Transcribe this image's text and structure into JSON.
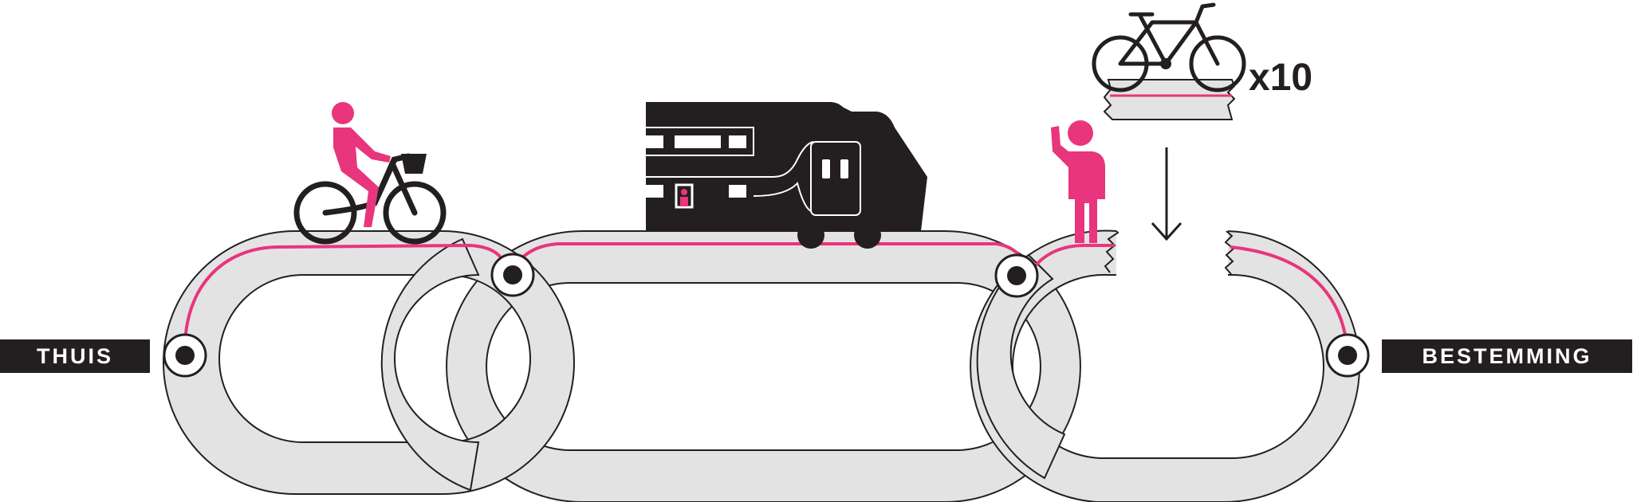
{
  "labels": {
    "home": "THUIS",
    "destination": "BESTEMMING",
    "multiplier": "x10"
  },
  "colors": {
    "accent": "#e8357d",
    "link_fill": "#e3e3e3",
    "outline": "#231f20",
    "background": "#ffffff"
  },
  "icons": [
    "cyclist-icon",
    "train-icon",
    "waving-person-icon",
    "bicycle-icon",
    "arrow-down-icon"
  ]
}
